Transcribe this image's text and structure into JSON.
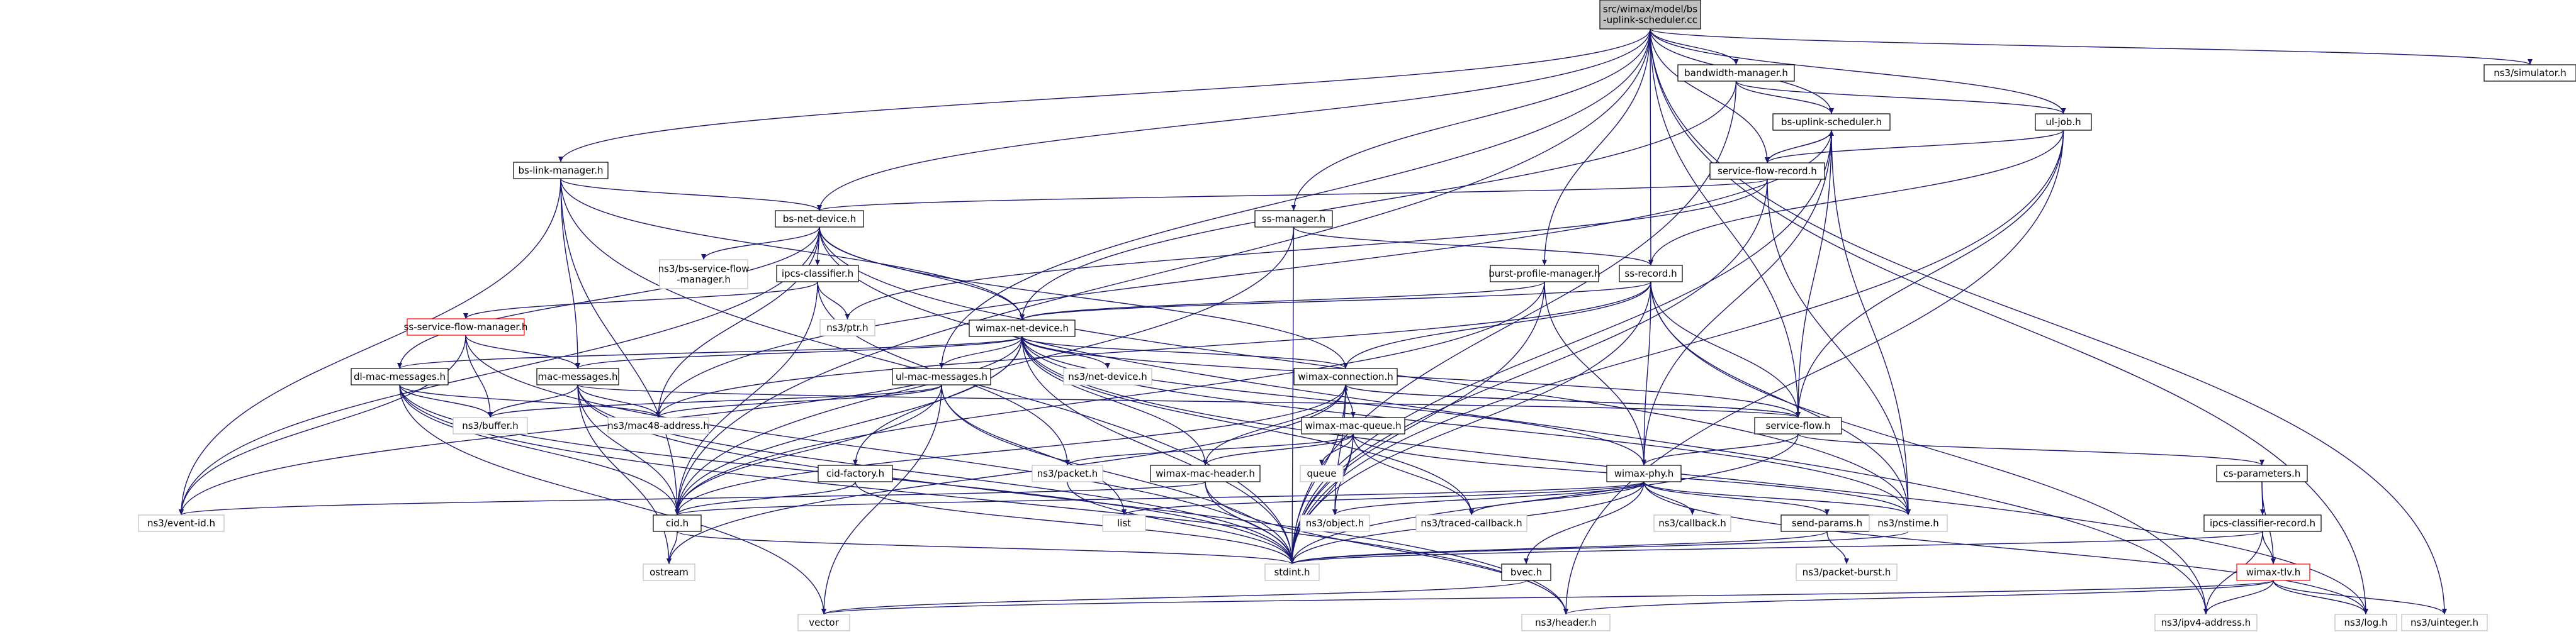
{
  "graph": {
    "kind": "include dependency graph",
    "colors": {
      "edge": "#191970",
      "node_border": "#000000",
      "root_fill": "#bfbfbf",
      "warning_border": "#ff0000",
      "external_border": "#bfbfbf"
    },
    "nodes": {
      "root": "src/wimax/model/bs\n-uplink-scheduler.cc",
      "bs_link_manager": "bs-link-manager.h",
      "bs_net_device": "bs-net-device.h",
      "bandwidth_manager": "bandwidth-manager.h",
      "bs_uplink_scheduler": "bs-uplink-scheduler.h",
      "service_flow_record": "service-flow-record.h",
      "ul_job": "ul-job.h",
      "ss_manager": "ss-manager.h",
      "burst_profile_manager": "burst-profile-manager.h",
      "ss_record": "ss-record.h",
      "ns3_simulator": "ns3/simulator.h",
      "ns3_bs_service_flow_manager": "ns3/bs-service-flow\n-manager.h",
      "ipcs_classifier": "ipcs-classifier.h",
      "ns3_ptr": "ns3/ptr.h",
      "wimax_net_device": "wimax-net-device.h",
      "ss_service_flow_manager": "ss-service-flow-manager.h",
      "mac_messages": "mac-messages.h",
      "dl_mac_messages": "dl-mac-messages.h",
      "ul_mac_messages": "ul-mac-messages.h",
      "ns3_net_device": "ns3/net-device.h",
      "wimax_connection": "wimax-connection.h",
      "ns3_buffer": "ns3/buffer.h",
      "ns3_mac48_address": "ns3/mac48-address.h",
      "service_flow": "service-flow.h",
      "wimax_mac_queue": "wimax-mac-queue.h",
      "queue": "queue",
      "wimax_mac_header": "wimax-mac-header.h",
      "ns3_packet": "ns3/packet.h",
      "cid_factory": "cid-factory.h",
      "wimax_phy": "wimax-phy.h",
      "cs_parameters": "cs-parameters.h",
      "ipcs_classifier_record": "ipcs-classifier-record.h",
      "ns3_event_id": "ns3/event-id.h",
      "cid": "cid.h",
      "list": "list",
      "ns3_object": "ns3/object.h",
      "ns3_traced_callback": "ns3/traced-callback.h",
      "ns3_callback": "ns3/callback.h",
      "send_params": "send-params.h",
      "ns3_nstime": "ns3/nstime.h",
      "ostream": "ostream",
      "stdint": "stdint.h",
      "ns3_packet_burst": "ns3/packet-burst.h",
      "bvec": "bvec.h",
      "wimax_tlv": "wimax-tlv.h",
      "vector": "vector",
      "ns3_header": "ns3/header.h",
      "ns3_ipv4_address": "ns3/ipv4-address.h",
      "ns3_log": "ns3/log.h",
      "ns3_uinteger": "ns3/uinteger.h"
    }
  }
}
